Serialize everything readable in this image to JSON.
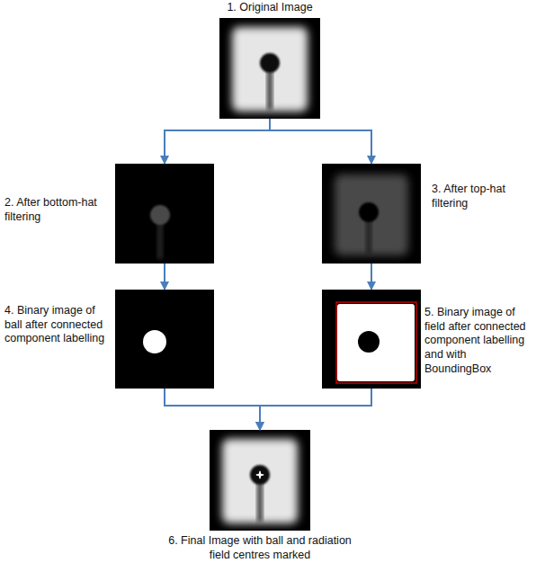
{
  "diagram": {
    "nodes": [
      {
        "text": [
          "1. Original Image"
        ]
      },
      {
        "text": [
          "2. After bottom-hat filtering"
        ]
      },
      {
        "text": [
          "3. After top-hat filtering"
        ]
      },
      {
        "text": [
          "4. Binary image of ball after connected component labelling"
        ]
      },
      {
        "text": [
          "5. Binary image of field after connected component labelling and with BoundingBox"
        ]
      },
      {
        "text": [
          "6. Final Image with ball and radiation field centres marked"
        ]
      }
    ],
    "edges": [
      {
        "from": 0,
        "to": 1,
        "arrow": "to"
      },
      {
        "from": 0,
        "to": 2,
        "arrow": "to"
      },
      {
        "from": 1,
        "to": 3,
        "arrow": "to"
      },
      {
        "from": 2,
        "to": 4,
        "arrow": "to"
      },
      {
        "from": 3,
        "to": 5,
        "arrow": "to"
      },
      {
        "from": 4,
        "to": 5,
        "arrow": "to"
      }
    ]
  }
}
